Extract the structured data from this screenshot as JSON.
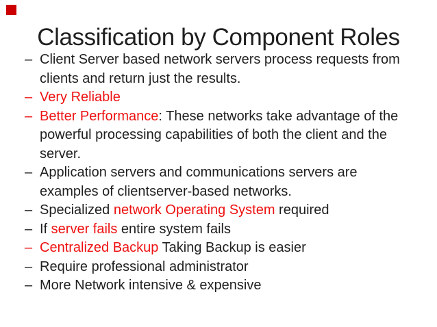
{
  "slide": {
    "title": "Classification by Component Roles",
    "bullet_char": "–",
    "bullets": [
      {
        "dash_color": "black",
        "segments": [
          {
            "color": "black",
            "text": "Client Server based network servers process requests from\nclients and return just the results."
          }
        ]
      },
      {
        "dash_color": "red",
        "segments": [
          {
            "color": "red",
            "text": "Very Reliable"
          }
        ]
      },
      {
        "dash_color": "red",
        "segments": [
          {
            "color": "red",
            "text": "Better Performance"
          },
          {
            "color": "black",
            "text": ": These networks take advantage of the\npowerful processing capabilities of both the client and the\nserver."
          }
        ]
      },
      {
        "dash_color": "black",
        "segments": [
          {
            "color": "black",
            "text": "Application servers and communications servers are\nexamples of clientserver-based networks."
          }
        ]
      },
      {
        "dash_color": "black",
        "segments": [
          {
            "color": "black",
            "text": "Specialized "
          },
          {
            "color": "red",
            "text": "network Operating System"
          },
          {
            "color": "black",
            "text": " required"
          }
        ]
      },
      {
        "dash_color": "black",
        "segments": [
          {
            "color": "black",
            "text": "If "
          },
          {
            "color": "red",
            "text": "server fails"
          },
          {
            "color": "black",
            "text": " entire system fails"
          }
        ]
      },
      {
        "dash_color": "red",
        "segments": [
          {
            "color": "red",
            "text": "Centralized Backup"
          },
          {
            "color": "black",
            "text": " Taking Backup is easier"
          }
        ]
      },
      {
        "dash_color": "black",
        "segments": [
          {
            "color": "black",
            "text": "Require professional administrator"
          }
        ]
      },
      {
        "dash_color": "black",
        "segments": [
          {
            "color": "black",
            "text": "More Network intensive & expensive"
          }
        ]
      }
    ]
  },
  "decorations": {
    "top_left_marker": "red-square"
  },
  "colors": {
    "background": "#ffffff",
    "text": "#1f1f1f",
    "red": "#ee1111",
    "marker_red": "#cc0000"
  }
}
